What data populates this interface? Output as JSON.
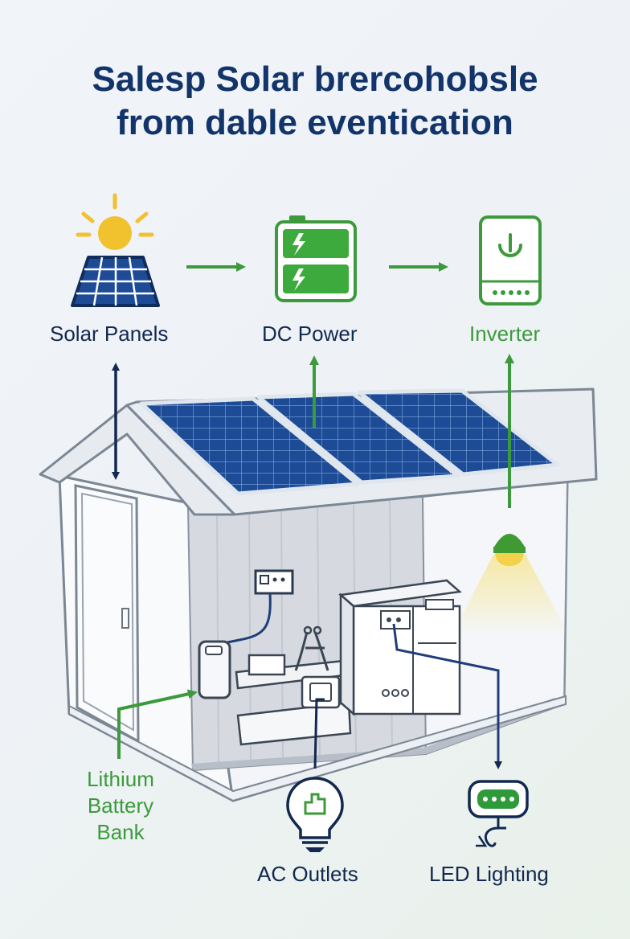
{
  "title": {
    "line1": "Salesp Solar brercohobsle",
    "line2": "from dable eventication"
  },
  "labels": {
    "solar_panels": "Solar Panels",
    "dc_power": "DC Power",
    "inverter": "Inverter",
    "battery_line1": "Lithium",
    "battery_line2": "Battery",
    "battery_line3": "Bank",
    "ac_outlets": "AC Outlets",
    "led_lighting": "LED Lighting"
  },
  "colors": {
    "navy": "#12284f",
    "green": "#3c9a3c",
    "panel_blue": "#1d4b96",
    "sun_yellow": "#f2c12e"
  },
  "icons": [
    "sun-icon",
    "solar-panel-icon",
    "battery-icon",
    "inverter-power-icon",
    "lightbulb-outlet-icon",
    "led-light-icon"
  ]
}
